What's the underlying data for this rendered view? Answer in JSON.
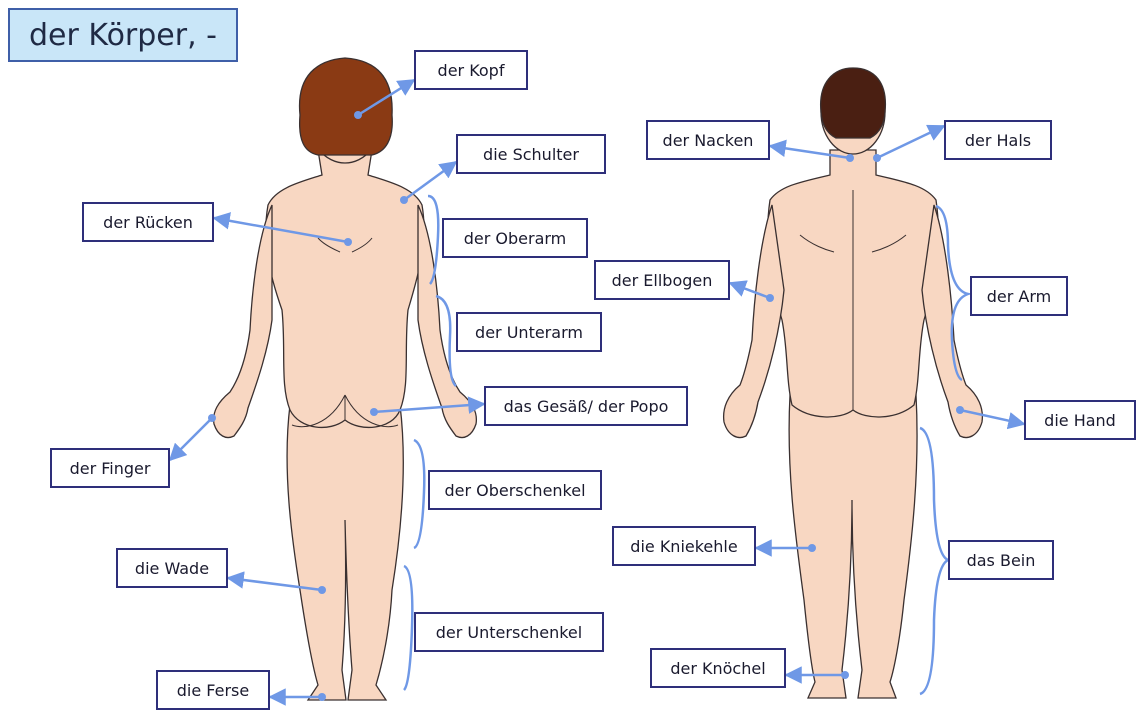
{
  "title": "der Körper, -",
  "labels": {
    "kopf": "der Kopf",
    "schulter": "die Schulter",
    "ruecken": "der Rücken",
    "oberarm": "der Oberarm",
    "unterarm": "der Unterarm",
    "gesaess": "das Gesäß/ der Popo",
    "finger": "der Finger",
    "oberschenkel": "der Oberschenkel",
    "wade": "die Wade",
    "unterschenkel": "der Unterschenkel",
    "ferse": "die Ferse",
    "nacken": "der Nacken",
    "hals": "der Hals",
    "ellbogen": "der Ellbogen",
    "arm": "der Arm",
    "hand": "die Hand",
    "kniekehle": "die Kniekehle",
    "bein": "das Bein",
    "knoechel": "der Knöchel"
  },
  "colors": {
    "skin": "#f8d7c2",
    "outline": "#3a3030",
    "hair_woman": "#8a3a14",
    "hair_man": "#4a1f12",
    "arrow": "#6f98e6",
    "label_border": "#2e2f7a",
    "title_bg": "#c9e6f8"
  }
}
